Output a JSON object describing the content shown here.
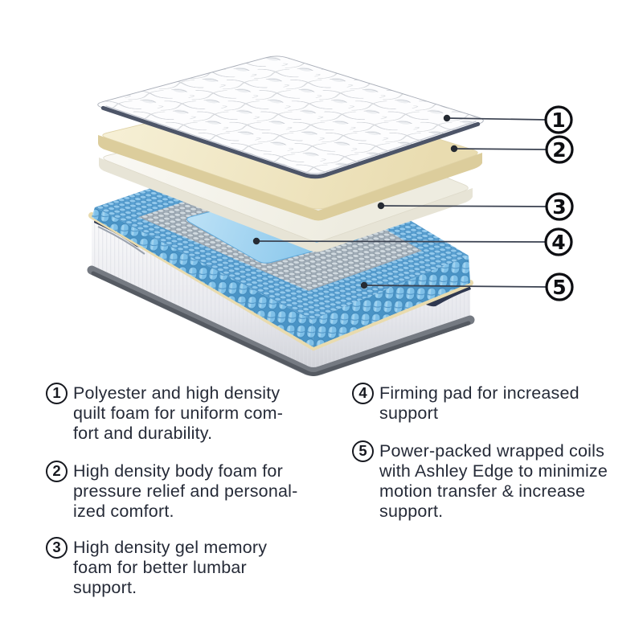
{
  "diagram": {
    "description_icon": "mattress-exploded-view",
    "callouts": [
      {
        "number": "1"
      },
      {
        "number": "2"
      },
      {
        "number": "3"
      },
      {
        "number": "4"
      },
      {
        "number": "5"
      }
    ],
    "colors": {
      "background": "#ffffff",
      "leader_line": "#3a4150",
      "callout_stroke": "#0d0e12",
      "quilt_white": "#fdfdfe",
      "quilt_piping": "#4d5568",
      "foam_tan": "#f2e9c8",
      "foam_ivory": "#f8f6ef",
      "pad_blue": "#8cc9ef",
      "coil_blue": "#6fb4e2",
      "coil_gray": "#b9c3cc",
      "base_navy_accent": "#2f3850",
      "base_rim_gray": "#6b7077"
    }
  },
  "legend": {
    "text_color": "#262b38",
    "items": [
      {
        "number": "1",
        "text": "Polyester and high density\nquilt foam for uniform com-\nfort and durability."
      },
      {
        "number": "2",
        "text": "High density body foam for\npressure relief and personal-\nized comfort."
      },
      {
        "number": "3",
        "text": "High density gel memory\nfoam for better lumbar\nsupport."
      },
      {
        "number": "4",
        "text": "Firming pad for increased\nsupport"
      },
      {
        "number": "5",
        "text": "Power-packed wrapped coils\nwith Ashley Edge to minimize\nmotion transfer & increase\nsupport."
      }
    ]
  }
}
